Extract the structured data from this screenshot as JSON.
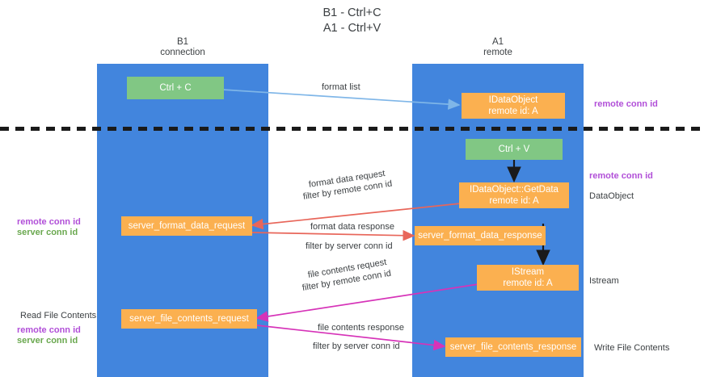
{
  "title": {
    "line1": "B1 - Ctrl+C",
    "line2": "A1 - Ctrl+V"
  },
  "lanes": [
    {
      "id": "b1",
      "name": "B1",
      "role": "connection",
      "color": "#4285dd"
    },
    {
      "id": "a1",
      "name": "A1",
      "role": "remote",
      "color": "#4285dd"
    }
  ],
  "colors": {
    "lane": "#4285dd",
    "green_box": "#81c784",
    "orange_box": "#fbb050",
    "remote_conn_id": "#b14fd8",
    "server_conn_id": "#6aa84f",
    "arrow_format_list": "#7fb6e8",
    "arrow_format_data": "#e8665a",
    "arrow_file_contents": "#d633b8",
    "arrow_black": "#1a1a1a",
    "divider": "#1a1a1a"
  },
  "boxes": {
    "ctrl_c": {
      "line1": "Ctrl + C",
      "line2": "",
      "style": "green"
    },
    "idataobject": {
      "line1": "IDataObject",
      "line2": "remote id: A",
      "style": "orange"
    },
    "ctrl_v": {
      "line1": "Ctrl + V",
      "line2": "",
      "style": "green"
    },
    "getdata": {
      "line1": "IDataObject::GetData",
      "line2": "remote id: A",
      "style": "orange"
    },
    "fmt_req": {
      "line1": "server_format_data_request",
      "line2": "",
      "style": "orange"
    },
    "fmt_resp": {
      "line1": "server_format_data_response",
      "line2": "",
      "style": "orange"
    },
    "istream": {
      "line1": "IStream",
      "line2": "remote id: A",
      "style": "orange"
    },
    "file_req": {
      "line1": "server_file_contents_request",
      "line2": "",
      "style": "orange"
    },
    "file_resp": {
      "line1": "server_file_contents_response",
      "line2": "",
      "style": "orange"
    }
  },
  "edge_labels": {
    "format_list": "format list",
    "format_data_request": "format data request",
    "format_data_request_filter_prefix": "filter by ",
    "format_data_request_filter_key": "remote conn id",
    "format_data_response": "format data response",
    "format_data_response_filter_prefix": "filter by ",
    "format_data_response_filter_key": "server conn id",
    "file_contents_request": "file contents request",
    "file_contents_request_filter_prefix": "filter by ",
    "file_contents_request_filter_key": "remote conn id",
    "file_contents_response": "file contents response",
    "file_contents_response_filter_prefix": "filter by ",
    "file_contents_response_filter_key": "server conn id"
  },
  "annotations": {
    "right_top_remote_conn_id": "remote conn id",
    "right_mid_remote_conn_id": "remote conn id",
    "dataobject": "DataObject",
    "istream": "Istream",
    "write_file_contents": "Write File Contents",
    "left_remote_conn_id": "remote conn id",
    "left_server_conn_id": "server conn id",
    "read_file_contents": "Read File Contents",
    "left2_remote_conn_id": "remote conn id",
    "left2_server_conn_id": "server conn id"
  }
}
